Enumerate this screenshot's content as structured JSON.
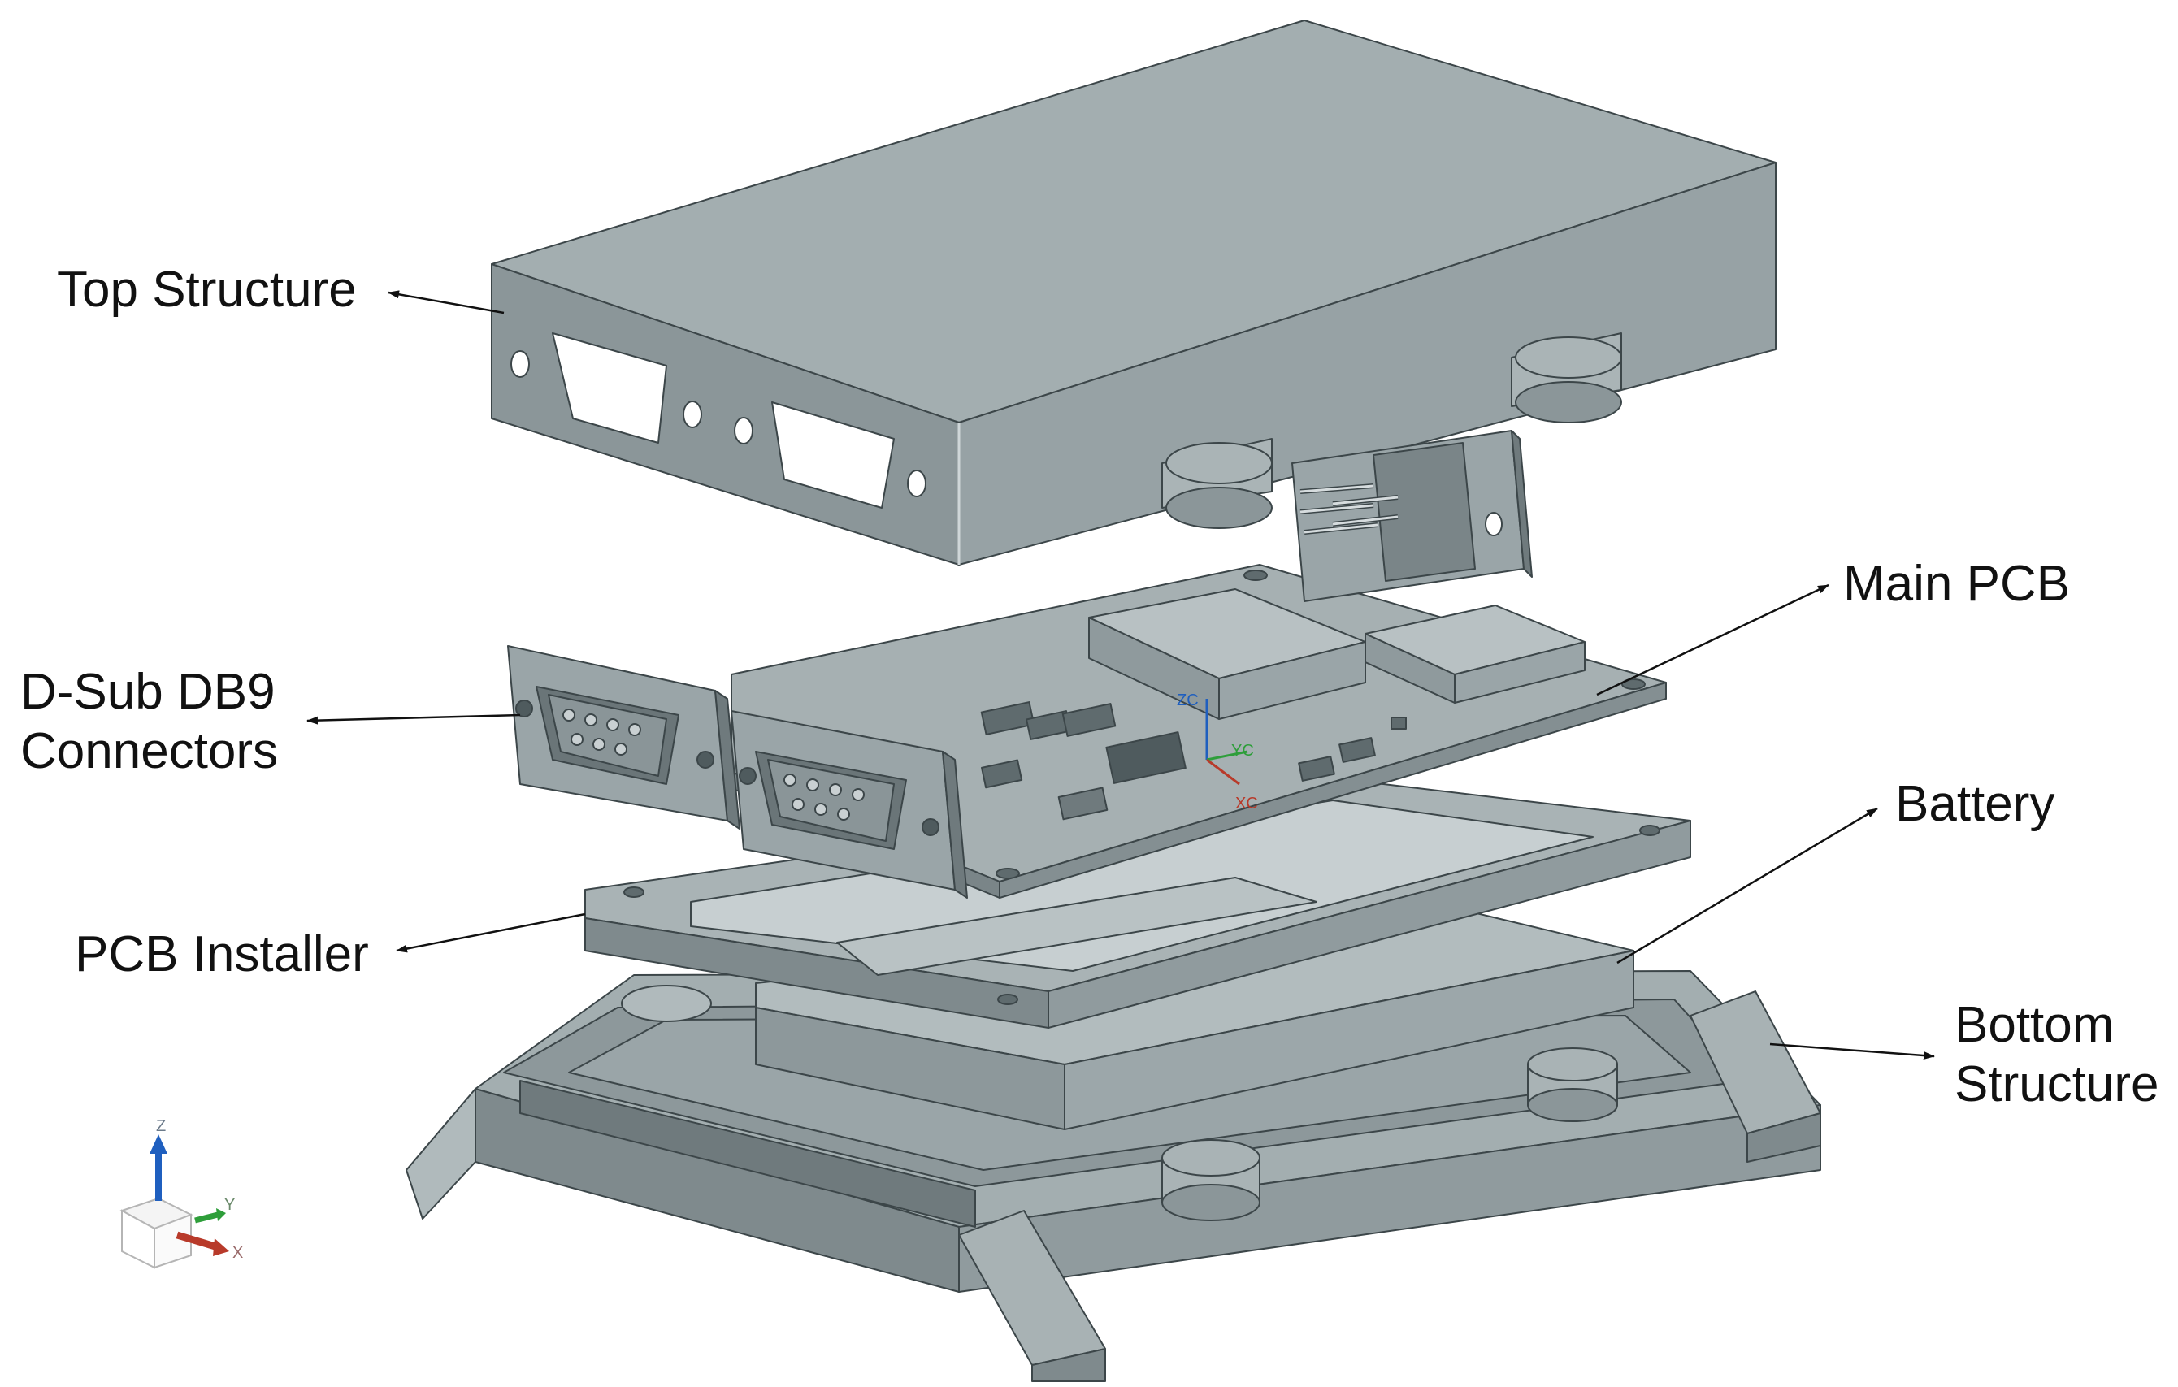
{
  "labels": {
    "top_structure": "Top Structure",
    "main_pcb": "Main PCB",
    "dsub_line1": "D-Sub DB9",
    "dsub_line2": "Connectors",
    "battery": "Battery",
    "pcb_installer": "PCB Installer",
    "bottom_line1": "Bottom",
    "bottom_line2": "Structure"
  },
  "triad": {
    "z": "Z",
    "y": "Y",
    "x": "X"
  },
  "pcb_csys": {
    "zc": "ZC",
    "yc": "YC",
    "xc": "XC"
  },
  "colors": {
    "part_top": "#a3aeb0",
    "part_front": "#8b9699",
    "part_side": "#97a2a5",
    "part_dark": "#5f6b6e",
    "edge": "#3c4649",
    "axis_z": "#1f5fbf",
    "axis_y": "#2e9e3a",
    "axis_x": "#b83a2a"
  }
}
